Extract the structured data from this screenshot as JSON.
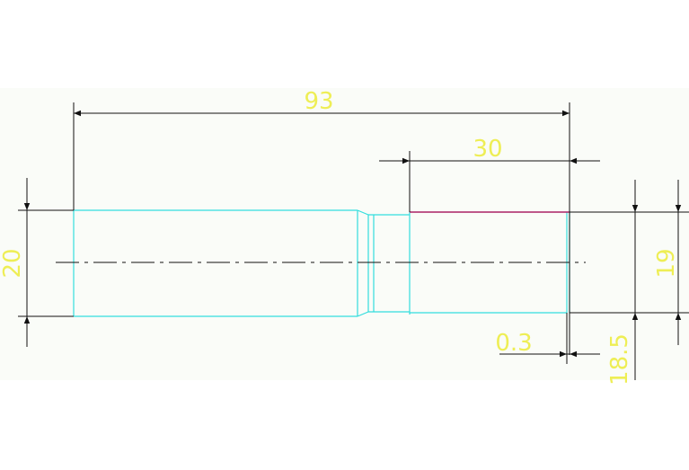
{
  "drawing": {
    "dimensions": {
      "overall_length": "93",
      "right_section_length": "30",
      "left_diameter": "20",
      "right_diameter": "19",
      "chamfer": "0.3",
      "step_diameter": "18.5"
    },
    "colors": {
      "background": "#ffffff",
      "sheet": "#fafcf8",
      "geometry": "#33dddd",
      "dimension_lines": "#111111",
      "dimension_text": "#eeee55",
      "highlight_edge": "#aa2266"
    }
  }
}
